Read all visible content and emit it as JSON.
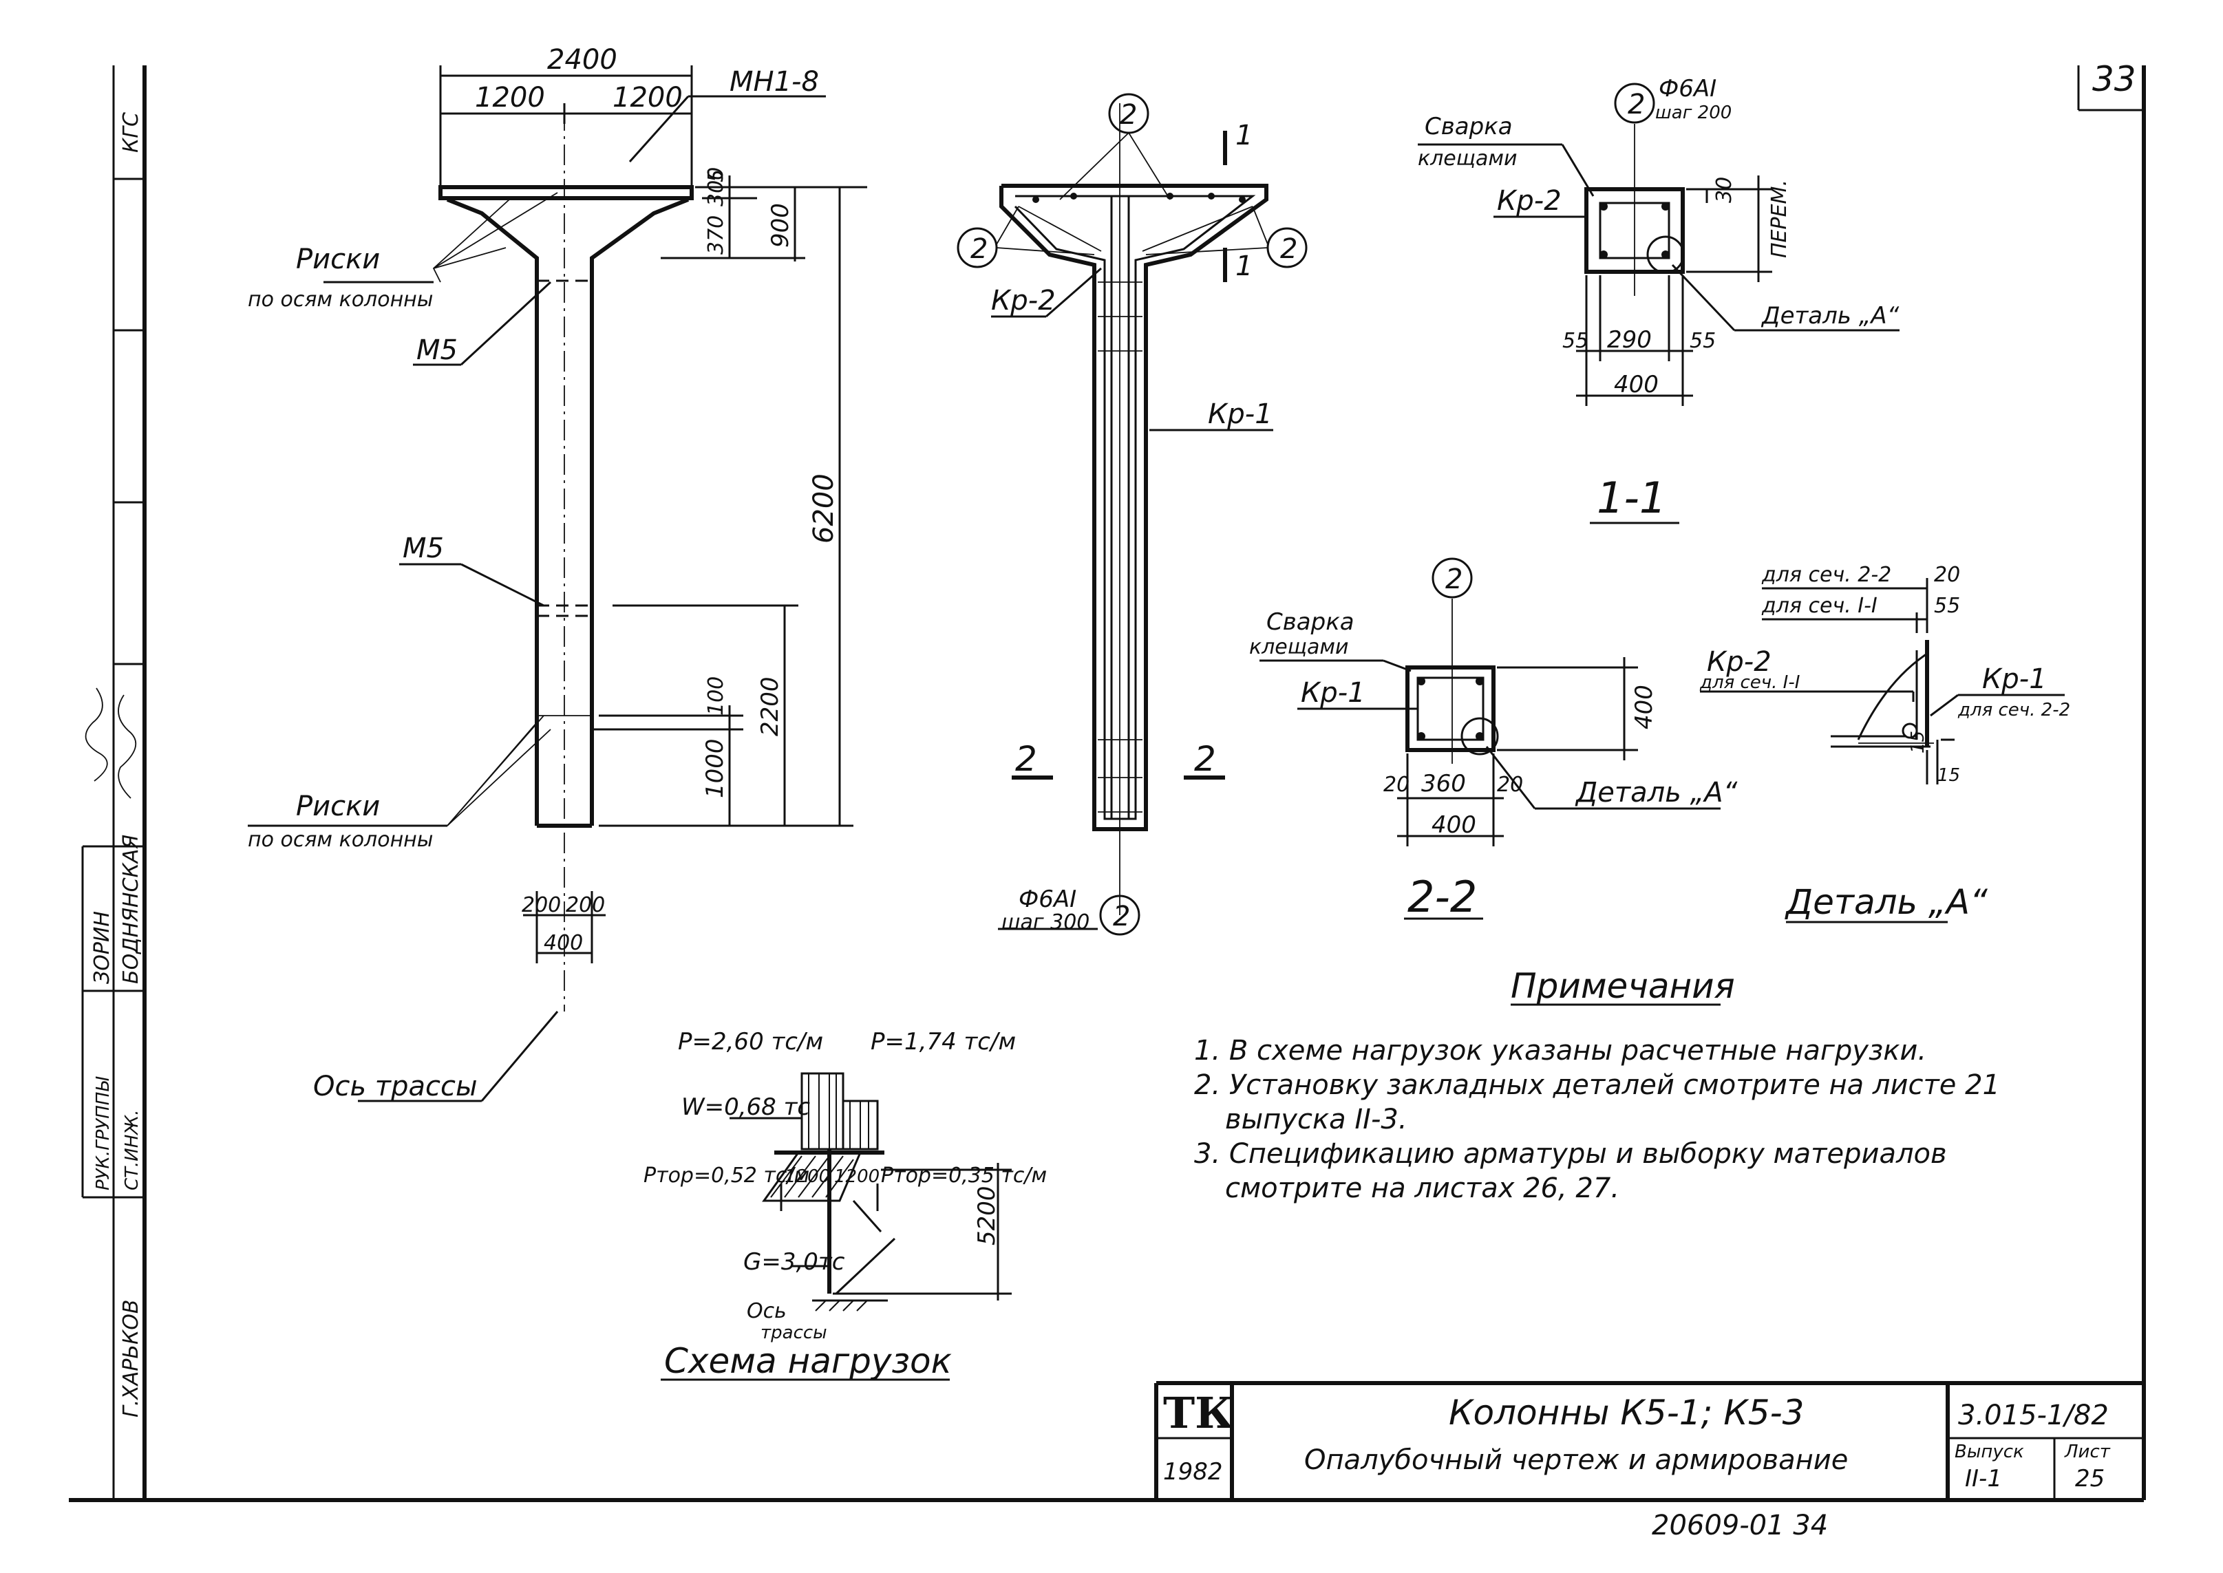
{
  "sheet_number_corner": "33",
  "archive_number": "20609-01   34",
  "title_block": {
    "logo": "ТК",
    "year": "1982",
    "title_line1": "Колонны К5-1; К5-3",
    "title_line2": "Опалубочный чертеж и армирование",
    "doc_code": "3.015-1/82",
    "issue_label": "Выпуск",
    "issue_value": "II-1",
    "sheet_label": "Лист",
    "sheet_value": "25"
  },
  "side_stamp": {
    "org": "Г.ХАРЬКОВ",
    "role1": "РУК.ГРУППЫ",
    "role2": "СТ.ИНЖ.",
    "name1": "ЗОРИН",
    "name2": "БОДНЯНСКАЯ",
    "kgs": "КГС"
  },
  "elevation": {
    "dim_top": "2400",
    "dim_left": "1200",
    "dim_right": "1200",
    "plate_label": "МН1-8",
    "risk_top_1": "Риски",
    "risk_top_2": "по осям колонны",
    "m5_top": "М5",
    "m5_mid": "М5",
    "risk_bot_1": "Риски",
    "risk_bot_2": "по осям колонны",
    "dim_370": "370",
    "dim_300": "300",
    "dim_5": "5",
    "dim_900": "900",
    "dim_6200": "6200",
    "dim_2200": "2200",
    "dim_100": "100",
    "dim_1000": "1000",
    "dim_200a": "200",
    "dim_200b": "200",
    "dim_400": "400",
    "axis_label": "Ось трассы"
  },
  "reinforcement": {
    "callout": "2",
    "kr2": "Кр-2",
    "kr1": "Кр-1",
    "sec_1": "1",
    "sec_2": "2",
    "rebar_1": "Ф6АI",
    "rebar_2": "шаг 300"
  },
  "section_1_1": {
    "title": "1-1",
    "callout": "2",
    "rebar_1": "Ф6АI",
    "rebar_2": "шаг 200",
    "weld_1": "Сварка",
    "weld_2": "клещами",
    "kr2": "Кр-2",
    "dim_30": "30",
    "dim_perem": "ПЕРЕМ.",
    "dim_55a": "55",
    "dim_290": "290",
    "dim_55b": "55",
    "dim_400": "400",
    "detail": "Деталь „А“"
  },
  "section_2_2": {
    "title": "2-2",
    "callout": "2",
    "weld_1": "Сварка",
    "weld_2": "клещами",
    "kr1": "Кр-1",
    "dim_400v": "400",
    "dim_20a": "20",
    "dim_360": "360",
    "dim_20b": "20",
    "dim_400": "400",
    "detail": "Деталь „А“"
  },
  "detail_a": {
    "title": "Деталь „А“",
    "sec22": "для сеч. 2-2",
    "sec11": "для сеч. I-I",
    "d20": "20",
    "d55": "55",
    "kr2": "Кр-2",
    "kr2_sec": "для сеч. I-I",
    "kr1": "Кр-1",
    "kr1_sec": "для сеч. 2-2",
    "d15a": "15",
    "d15b": "15"
  },
  "load_scheme": {
    "title": "Схема нагрузок",
    "p_left": "P=2,60 тс/м",
    "p_right": "P=1,74 тс/м",
    "w": "W=0,68 тс",
    "ptor_left": "Ртор=0,52 тс/м",
    "ptor_right": "Ртор=0,35 тс/м",
    "d1200a": "1200",
    "d1200b": "1200",
    "d5200": "5200",
    "g": "G=3,0тс",
    "axis_1": "Ось",
    "axis_2": "трассы"
  },
  "notes": {
    "heading": "Примечания",
    "items": [
      "1. В схеме нагрузок указаны расчетные нагрузки.",
      "2. Установку закладных деталей смотрите на листе 21",
      "выпуска II-3.",
      "3. Спецификацию арматуры и выборку материалов",
      "смотрите на листах 26, 27."
    ]
  }
}
